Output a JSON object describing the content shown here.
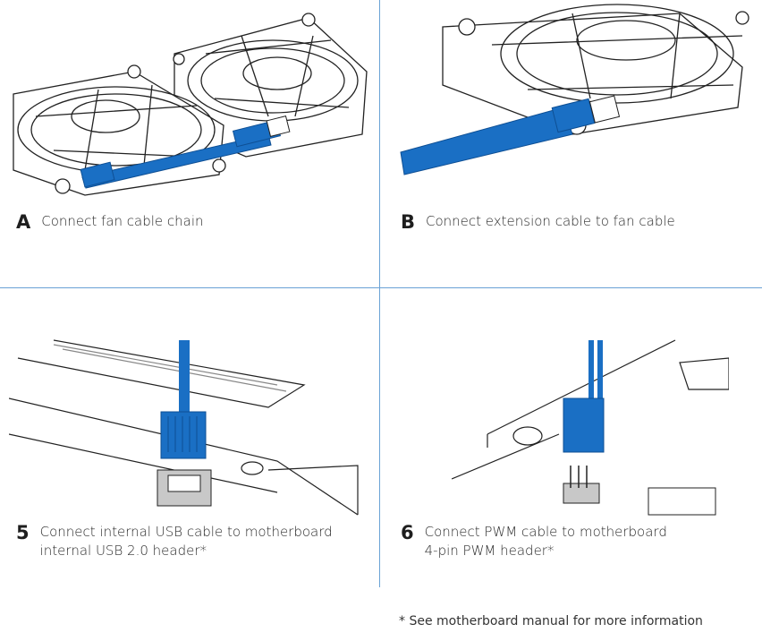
{
  "panels": {
    "a": {
      "label": "A",
      "text": "Connect fan cable chain"
    },
    "b": {
      "label": "B",
      "text": "Connect extension cable to fan cable"
    },
    "c": {
      "label": "5",
      "line1": "Connect internal USB cable to motherboard",
      "line2": "internal USB 2.0 header*"
    },
    "d": {
      "label": "6",
      "line1": "Connect PWM cable to motherboard",
      "line2": "4-pin PWM header*"
    }
  },
  "footnote": "* See motherboard manual for more information",
  "colors": {
    "cable_blue": "#1a6fc4",
    "cable_dark": "#0e4f94",
    "divider": "#6aa2d6",
    "header_gray": "#c8c8c8"
  }
}
